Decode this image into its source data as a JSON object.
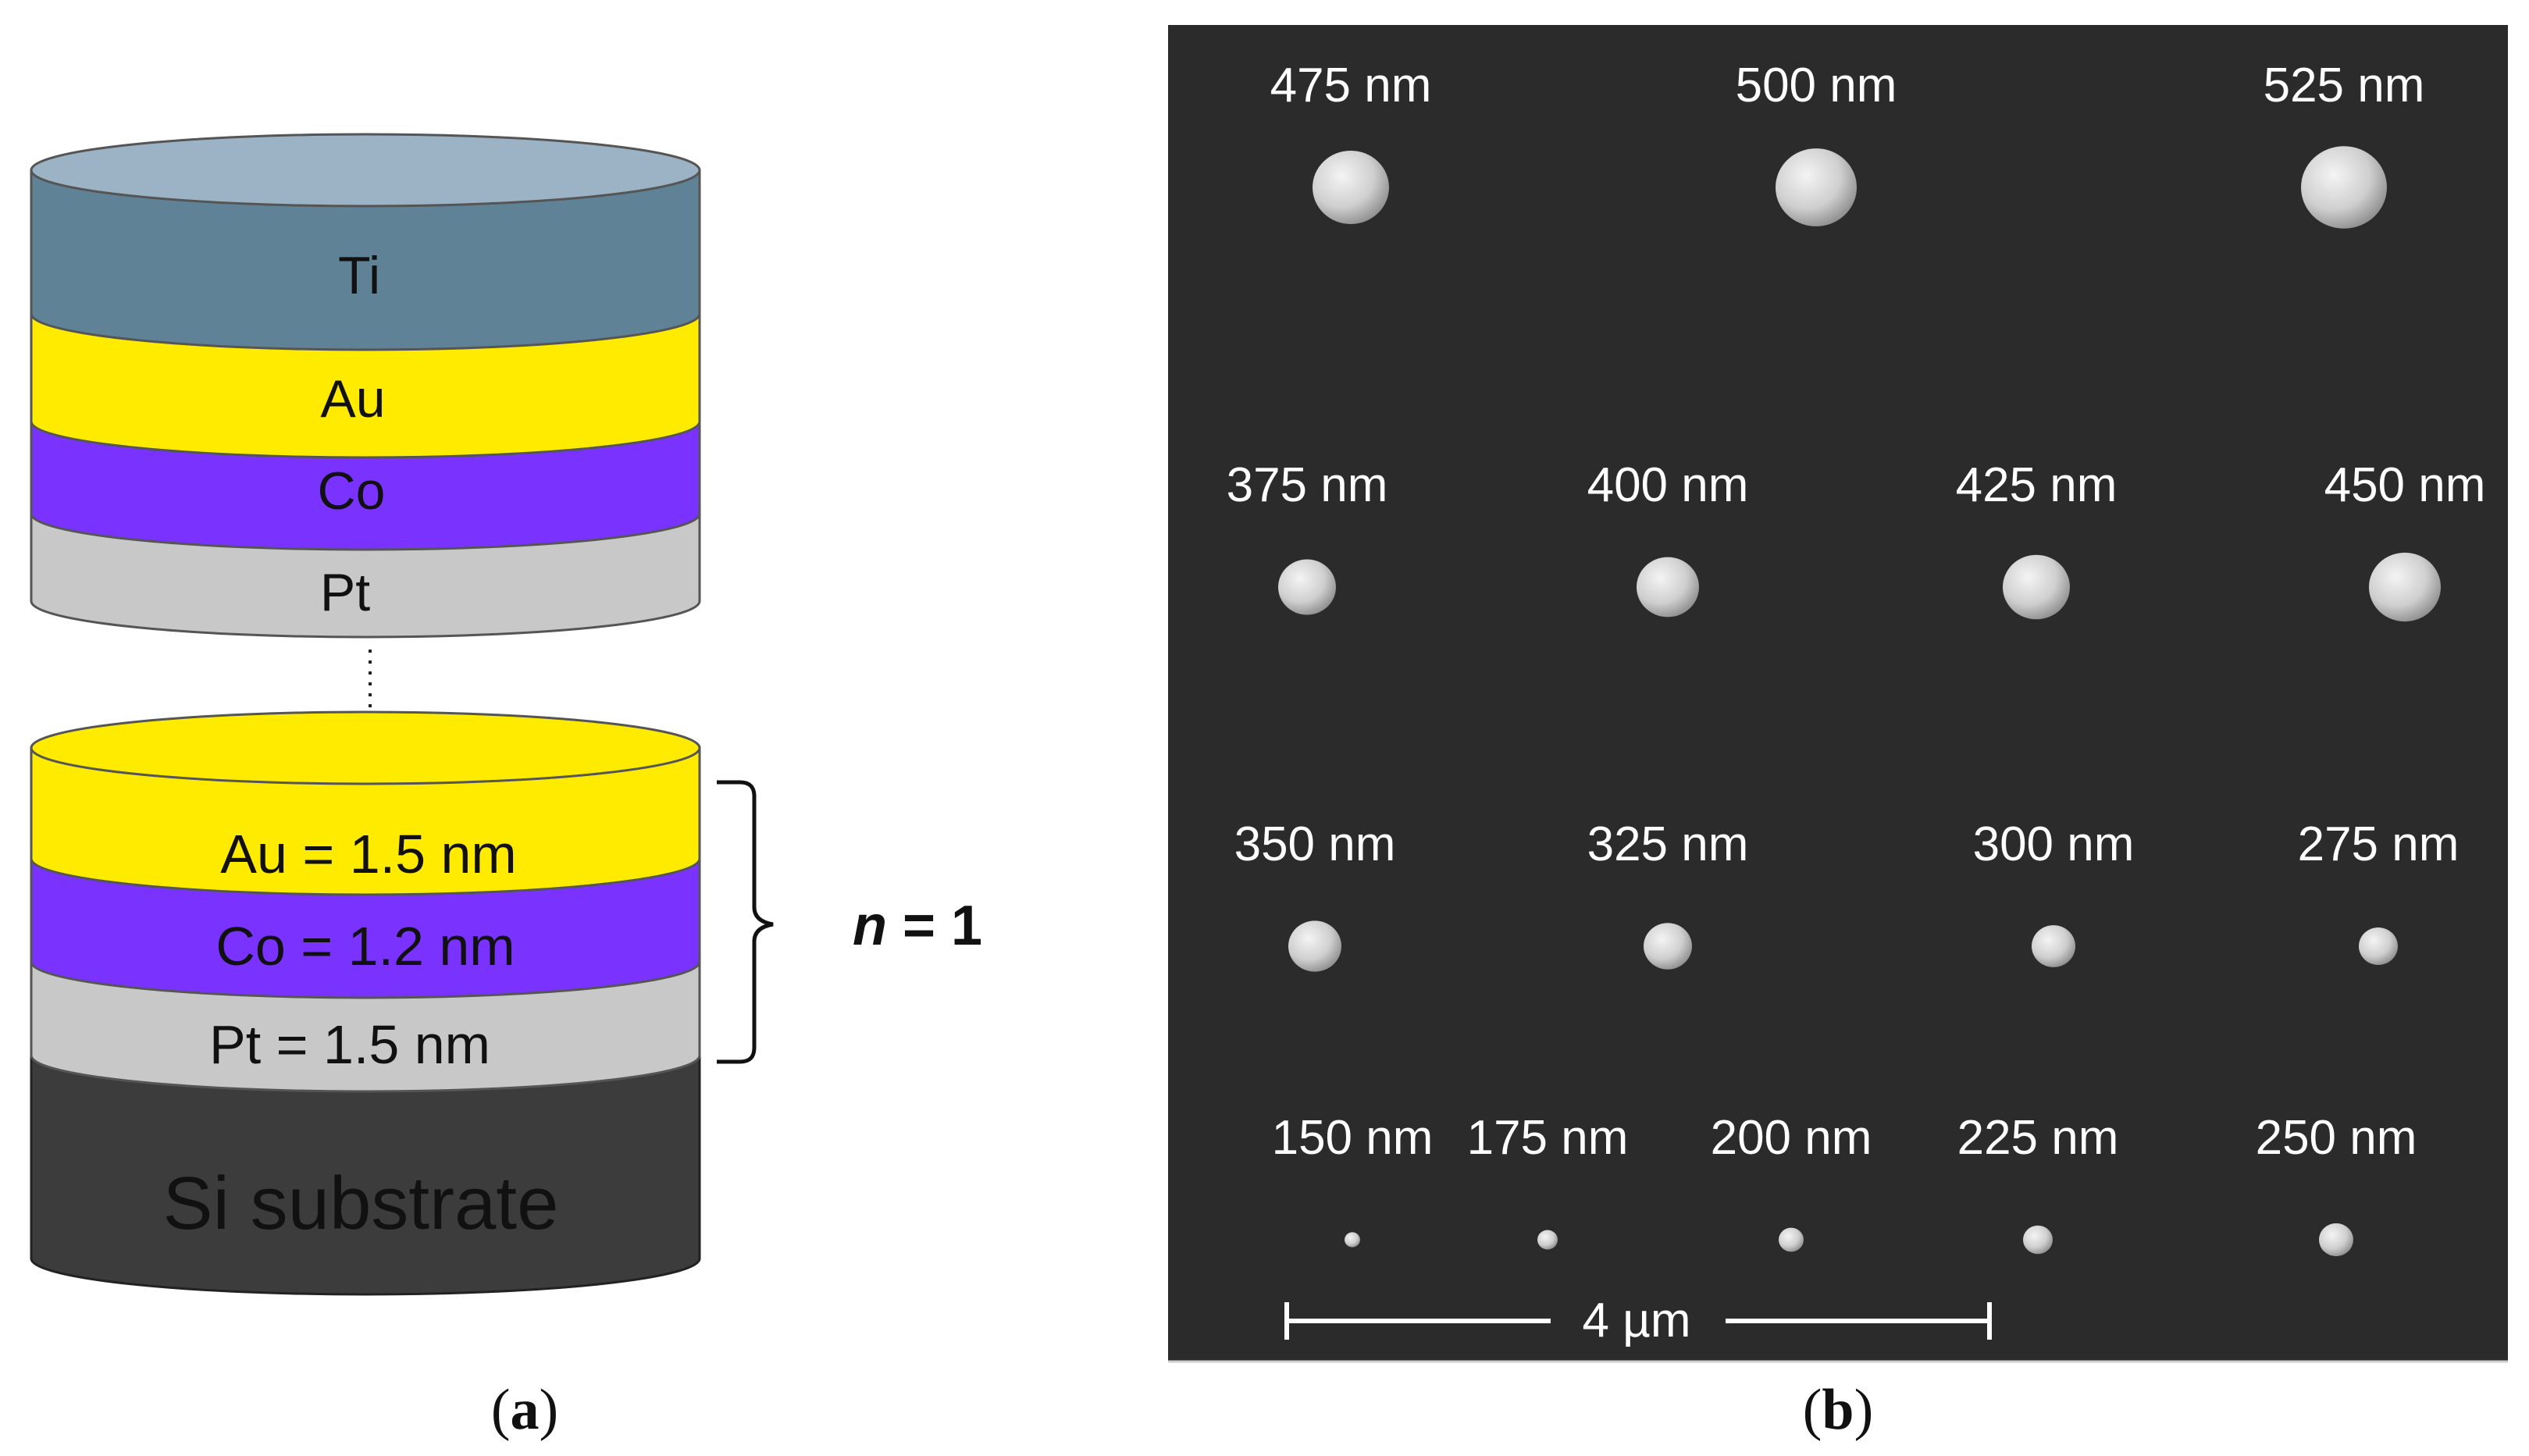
{
  "panel_a": {
    "caption_letter": "a",
    "top_stack": {
      "layers": [
        {
          "name": "Ti",
          "label": "Ti",
          "color": "#5f8297",
          "top_color": "#9bb3c4"
        },
        {
          "name": "Au",
          "label": "Au",
          "color": "#ffeb00"
        },
        {
          "name": "Co",
          "label": "Co",
          "color": "#7a33ff"
        },
        {
          "name": "Pt",
          "label": "Pt",
          "color": "#c8c8c8"
        }
      ]
    },
    "repeat_marker": "n",
    "bottom_stack": {
      "layers": [
        {
          "name": "Au",
          "label": "Au = 1.5 nm",
          "color": "#ffeb00"
        },
        {
          "name": "Co",
          "label": "Co = 1.2 nm",
          "color": "#7a33ff"
        },
        {
          "name": "Pt",
          "label": "Pt = 1.5 nm",
          "color": "#c8c8c8"
        },
        {
          "name": "Si",
          "label": "Si substrate",
          "color": "#3c3c3c"
        }
      ]
    },
    "bracket_label_var": "n",
    "bracket_label_rest": " = 1"
  },
  "panel_b": {
    "caption_letter": "b",
    "background": "#2b2b2b",
    "rows": [
      [
        "475 nm",
        "500 nm",
        "525 nm"
      ],
      [
        "375 nm",
        "400 nm",
        "425 nm",
        "450 nm"
      ],
      [
        "350 nm",
        "325 nm",
        "300 nm",
        "275 nm"
      ],
      [
        "150 nm",
        "175 nm",
        "200 nm",
        "225 nm",
        "250 nm"
      ]
    ],
    "scale_bar_label": "4 µm"
  }
}
